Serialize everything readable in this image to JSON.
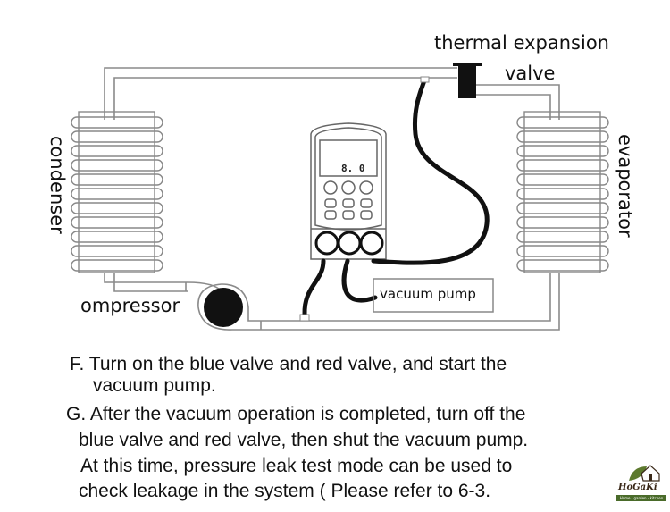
{
  "diagram": {
    "labels": {
      "thermal_expansion_line1": "thermal expansion",
      "thermal_expansion_line2": "valve",
      "condenser": "condenser",
      "evaporator": "evaporator",
      "compressor": "ompressor",
      "vacuum_pump": "vacuum pump"
    },
    "gauge": {
      "display_reading": "8.  0",
      "knob_count": 3
    },
    "colors": {
      "pipe": "#8a8a8a",
      "hose": "#111111",
      "background": "#ffffff"
    }
  },
  "instructions": {
    "lines": [
      "F. Turn on the blue valve and red valve, and start the",
      "vacuum pump.",
      "G. After the vacuum operation is completed, turn off the",
      "blue valve and red valve, then shut the vacuum pump.",
      "At this time, pressure leak test mode can be used to",
      "check leakage in the system ( Please refer to 6-3."
    ]
  },
  "logo": {
    "brand": "HoGaKi",
    "tagline": "Home - garden - kitchen",
    "icon": "house-leaf-icon"
  }
}
